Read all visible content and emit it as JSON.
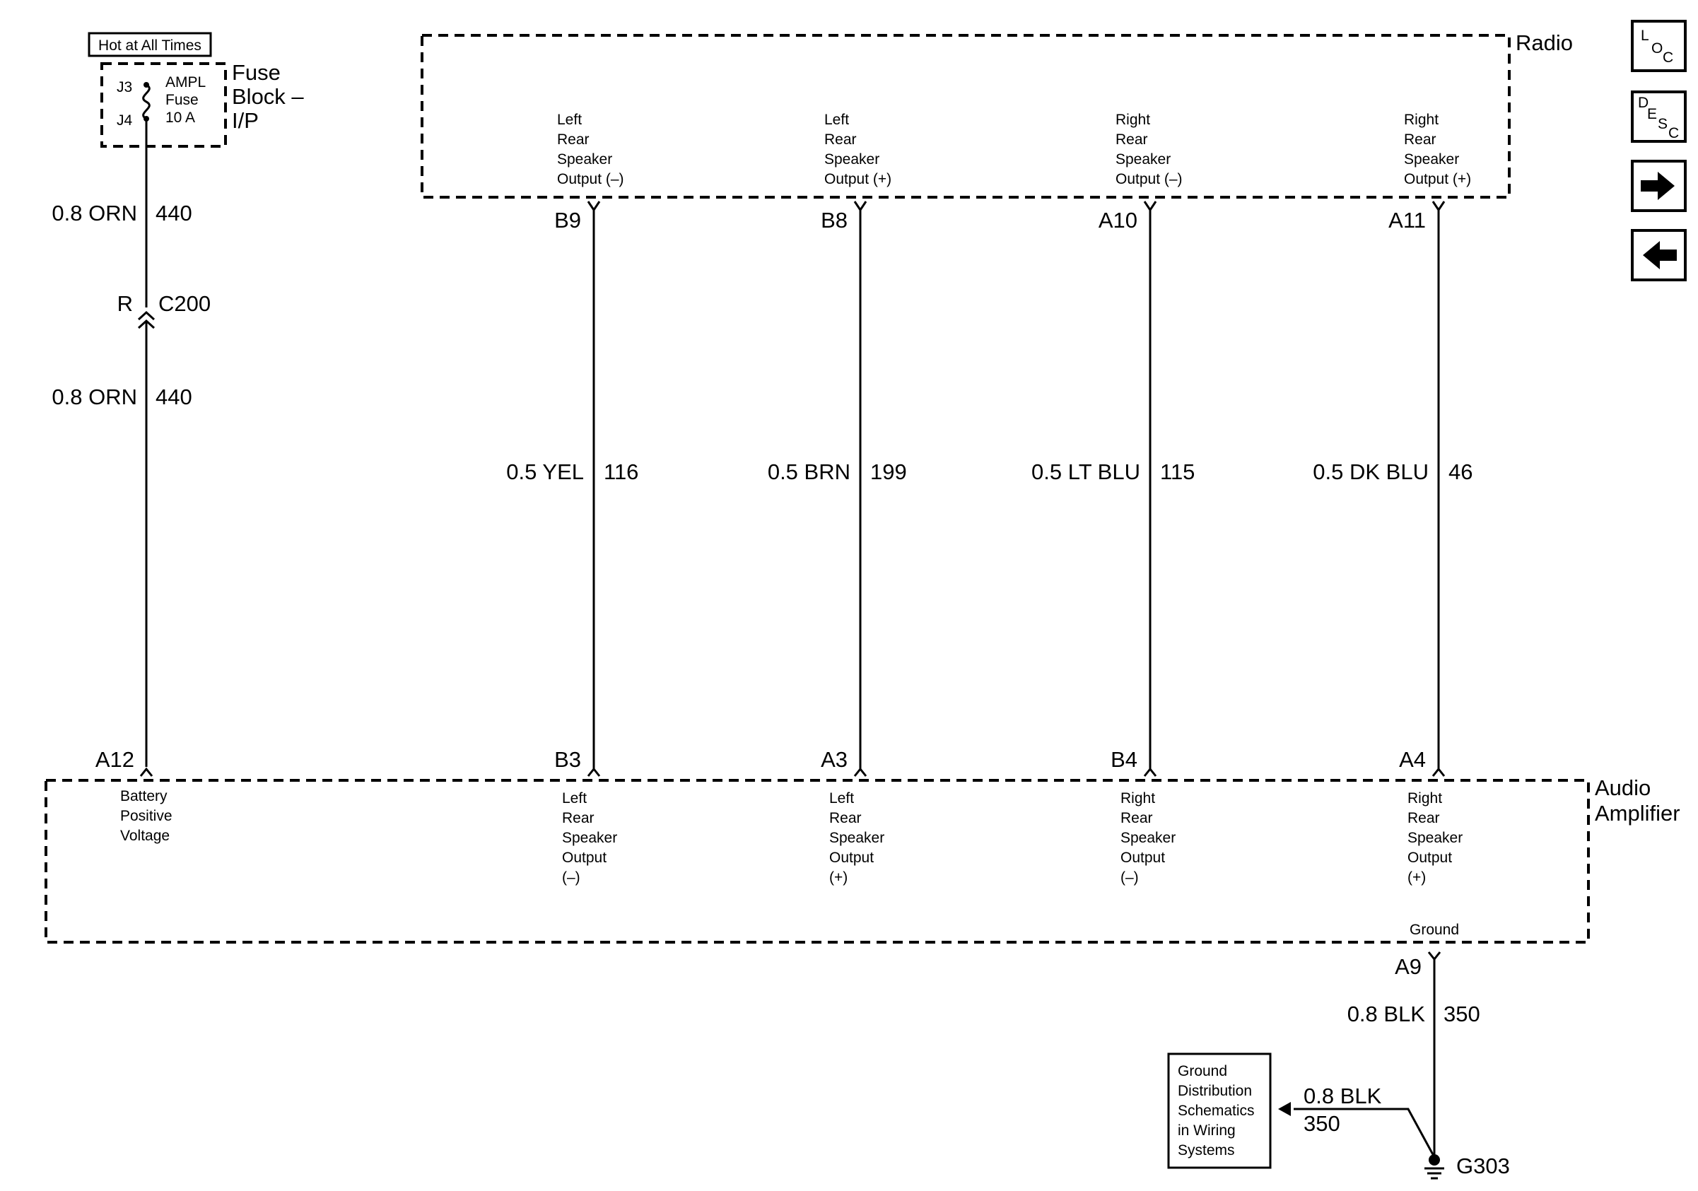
{
  "hot_label": "Hot at All Times",
  "fuse": {
    "pin_top": "J3",
    "pin_bottom": "J4",
    "name_lines": [
      "AMPL",
      "Fuse",
      "10 A"
    ],
    "block_lines": [
      "Fuse",
      "Block –",
      "I/P"
    ]
  },
  "feed": {
    "wire_upper": {
      "size_color": "0.8 ORN",
      "circuit": "440"
    },
    "connector": {
      "pin": "R",
      "name": "C200"
    },
    "wire_lower": {
      "size_color": "0.8 ORN",
      "circuit": "440"
    },
    "amp_pin": "A12"
  },
  "radio": {
    "title": "Radio"
  },
  "amplifier": {
    "title_lines": [
      "Audio",
      "Amplifier"
    ],
    "battery_lines": [
      "Battery",
      "Positive",
      "Voltage"
    ],
    "ground_label": "Ground"
  },
  "channels": [
    {
      "radio_pin": "B9",
      "amp_pin": "B3",
      "size_color": "0.5 YEL",
      "circuit": "116",
      "radio_lines": [
        "Left",
        "Rear",
        "Speaker",
        "Output (–)"
      ],
      "amp_lines": [
        "Left",
        "Rear",
        "Speaker",
        "Output",
        "(–)"
      ]
    },
    {
      "radio_pin": "B8",
      "amp_pin": "A3",
      "size_color": "0.5 BRN",
      "circuit": "199",
      "radio_lines": [
        "Left",
        "Rear",
        "Speaker",
        "Output (+)"
      ],
      "amp_lines": [
        "Left",
        "Rear",
        "Speaker",
        "Output",
        "(+)"
      ]
    },
    {
      "radio_pin": "A10",
      "amp_pin": "B4",
      "size_color": "0.5 LT BLU",
      "circuit": "115",
      "radio_lines": [
        "Right",
        "Rear",
        "Speaker",
        "Output (–)"
      ],
      "amp_lines": [
        "Right",
        "Rear",
        "Speaker",
        "Output",
        "(–)"
      ]
    },
    {
      "radio_pin": "A11",
      "amp_pin": "A4",
      "size_color": "0.5 DK BLU",
      "circuit": "46",
      "radio_lines": [
        "Right",
        "Rear",
        "Speaker",
        "Output (+)"
      ],
      "amp_lines": [
        "Right",
        "Rear",
        "Speaker",
        "Output",
        "(+)"
      ]
    }
  ],
  "ground": {
    "amp_pin": "A9",
    "wire_vertical": {
      "size_color": "0.8 BLK",
      "circuit": "350"
    },
    "wire_branch": {
      "size_color": "0.8 BLK",
      "circuit": "350"
    },
    "ground_point": "G303",
    "reference_lines": [
      "Ground",
      "Distribution",
      "Schematics",
      "in Wiring",
      "Systems"
    ]
  },
  "nav": {
    "loc": {
      "l": "L",
      "o": "O",
      "c": "C"
    },
    "desc": {
      "d": "D",
      "e": "E",
      "s": "S",
      "c": "C"
    },
    "next_icon": "arrow-right-icon",
    "prev_icon": "arrow-left-icon"
  }
}
